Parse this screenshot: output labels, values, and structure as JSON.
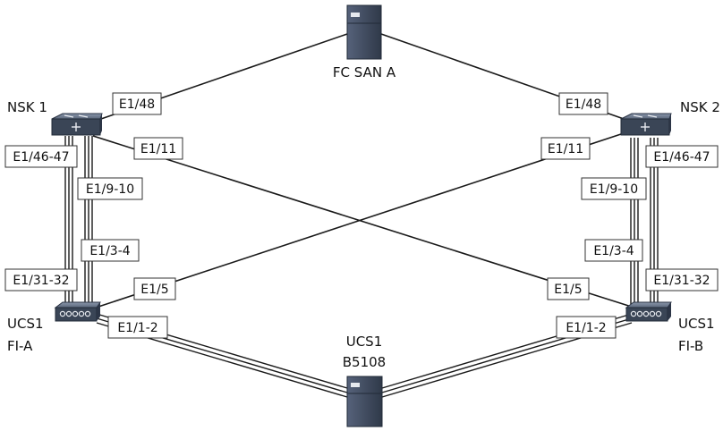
{
  "devices": {
    "fc_san": {
      "label": "FC SAN A"
    },
    "nsk1": {
      "label": "NSK 1"
    },
    "nsk2": {
      "label": "NSK 2"
    },
    "fi_a": {
      "line1": "UCS1",
      "line2": "FI-A"
    },
    "fi_b": {
      "line1": "UCS1",
      "line2": "FI-B"
    },
    "chassis": {
      "line1": "UCS1",
      "line2": "B5108"
    }
  },
  "ports": {
    "nsk1_fc": "E1/48",
    "nsk2_fc": "E1/48",
    "nsk1_cross": "E1/11",
    "nsk2_cross": "E1/11",
    "nsk1_fia_outer": "E1/46-47",
    "nsk1_fia_inner": "E1/9-10",
    "fia_nsk1_inner": "E1/3-4",
    "fia_nsk1_outer": "E1/31-32",
    "fia_cross": "E1/5",
    "fib_cross": "E1/5",
    "nsk2_fib_inner": "E1/9-10",
    "nsk2_fib_outer": "E1/46-47",
    "fib_nsk2_inner": "E1/3-4",
    "fib_nsk2_outer": "E1/31-32",
    "fia_chassis": "E1/1-2",
    "fib_chassis": "E1/1-2"
  },
  "colors": {
    "line": "#1a1a1a",
    "device_dark": "#3a4556",
    "device_light": "#5c6a80",
    "label_border": "#333333"
  }
}
